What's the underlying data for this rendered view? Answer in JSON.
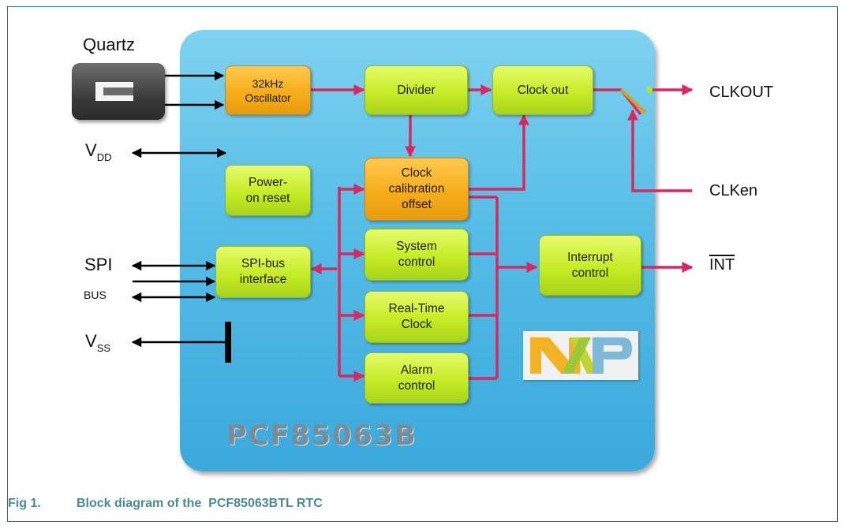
{
  "diagram": {
    "chip_name": "PCF85063B",
    "quartz_label": "Quartz",
    "blocks": {
      "oscillator": "32kHz\nOscillator",
      "divider": "Divider",
      "clock_out": "Clock out",
      "power_on_reset": "Power-\non reset",
      "clock_calibration": "Clock\ncalibration\noffset",
      "system_control": "System\ncontrol",
      "spi_interface": "SPI-bus\ninterface",
      "real_time_clock": "Real-Time\nClock",
      "alarm_control": "Alarm\ncontrol",
      "interrupt_control": "Interrupt\ncontrol"
    },
    "signals": {
      "vdd": "V",
      "vdd_sub": "DD",
      "spi": "SPI",
      "bus": "BUS",
      "vss": "V",
      "vss_sub": "SS",
      "clkout": "CLKOUT",
      "clken": "CLKen",
      "int": "INT"
    },
    "logo": "NXP",
    "colors": {
      "chip": "#4fb9e4",
      "green_block": "#c5ec24",
      "orange_block": "#f7ad1a",
      "internal_wire": "#e0245e",
      "external_wire": "#000000"
    }
  },
  "caption": {
    "label": "Fig 1.",
    "text": "Block diagram of the  PCF85063BTL RTC"
  }
}
